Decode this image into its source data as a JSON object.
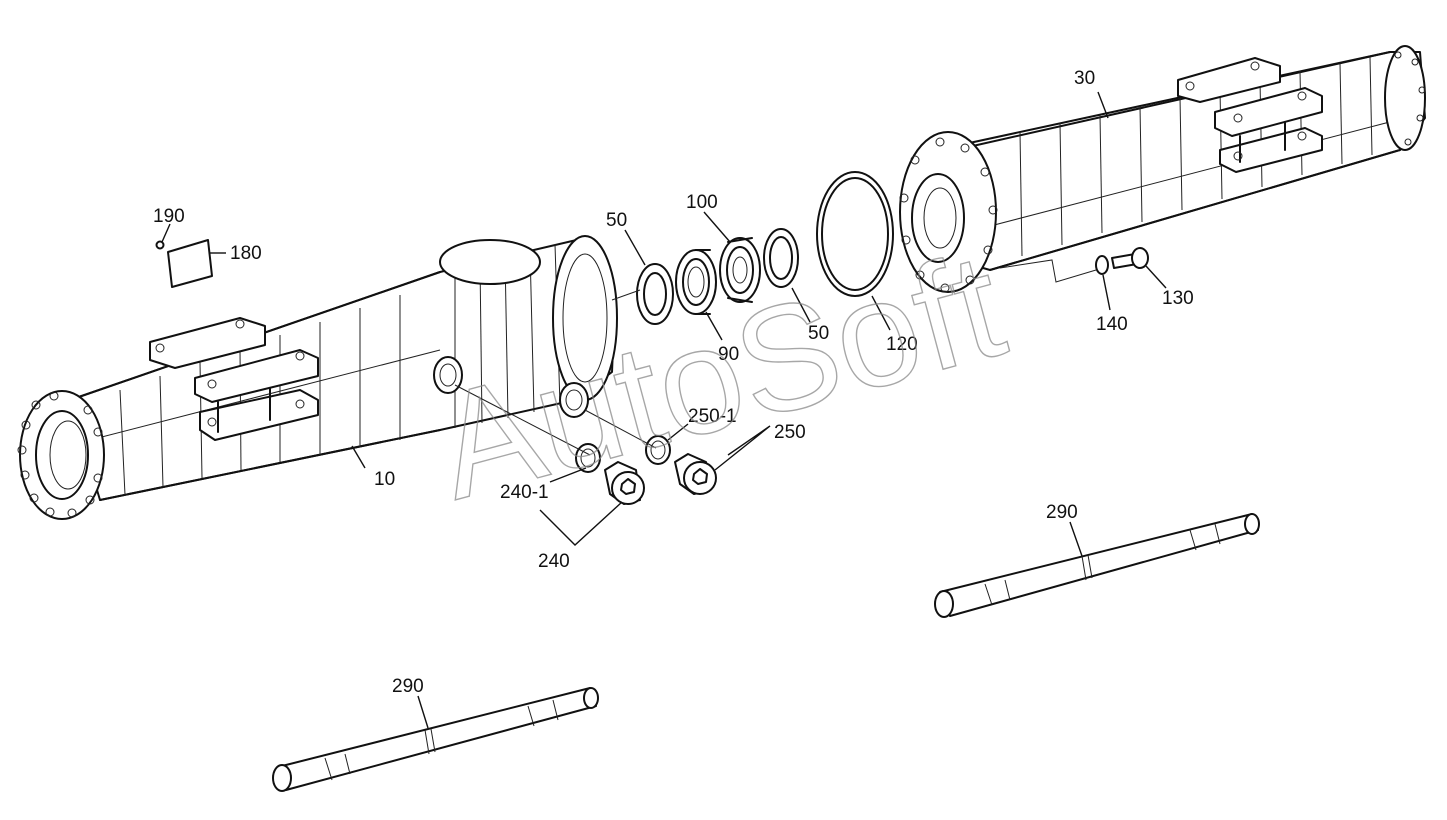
{
  "watermark": "AutoSoft",
  "labels": {
    "l10": "10",
    "l30": "30",
    "l50a": "50",
    "l50b": "50",
    "l90": "90",
    "l100": "100",
    "l120": "120",
    "l130": "130",
    "l140": "140",
    "l180": "180",
    "l190": "190",
    "l240": "240",
    "l2401": "240-1",
    "l250": "250",
    "l2501": "250-1",
    "l290a": "290",
    "l290b": "290"
  }
}
